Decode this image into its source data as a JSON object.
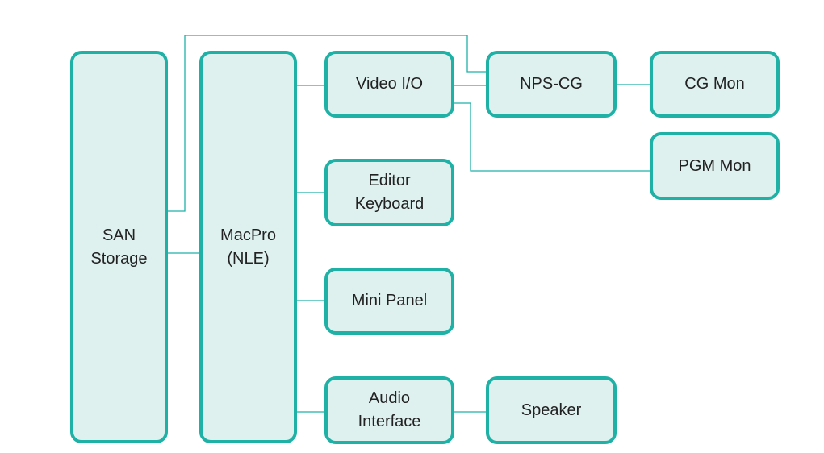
{
  "colors": {
    "node_fill": "#dff1ef",
    "node_border": "#1fb1a6",
    "connector": "#1fb1a6",
    "text": "#222222"
  },
  "nodes": {
    "san_storage": "SAN\nStorage",
    "macpro": "MacPro\n(NLE)",
    "video_io": "Video I/O",
    "editor_keyboard": "Editor\nKeyboard",
    "mini_panel": "Mini Panel",
    "audio_interface": "Audio\nInterface",
    "nps_cg": "NPS-CG",
    "cg_mon": "CG Mon",
    "pgm_mon": "PGM Mon",
    "speaker": "Speaker"
  }
}
